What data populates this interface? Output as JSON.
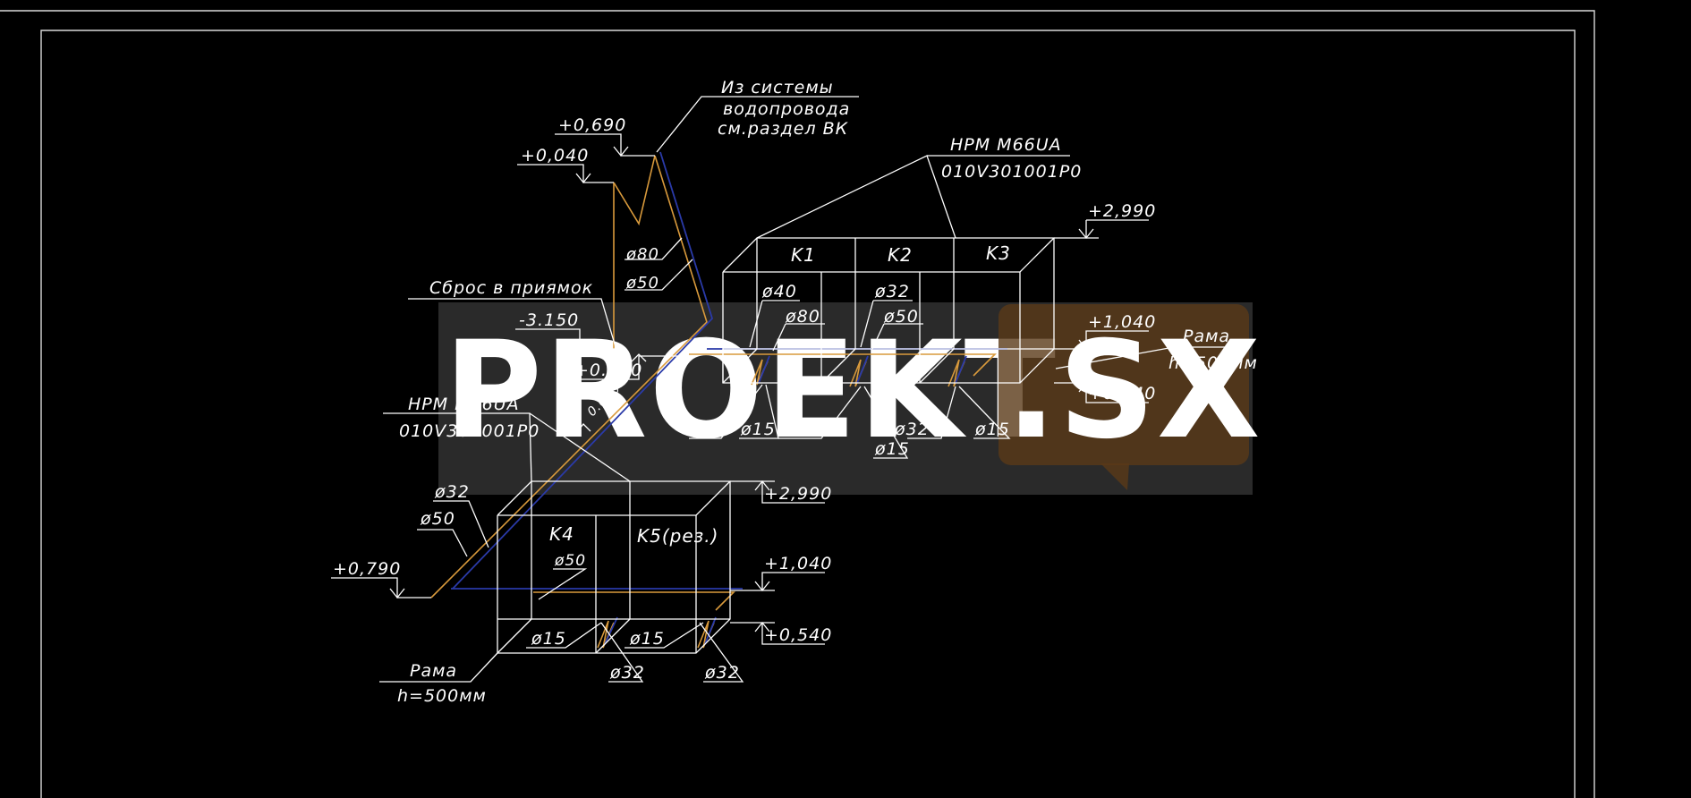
{
  "colors": {
    "background": "#000000",
    "line": "#ffffff",
    "frame": "#d9d9d9",
    "pipe_orange": "#d99a3c",
    "pipe_blue": "#2a3aa8",
    "watermark_panel": "#3a3a3a",
    "watermark_text": "#1e1e1e",
    "watermark_badge": "#5a3a18"
  },
  "watermark": {
    "text": "PROEKT",
    "suffix": ".SX"
  },
  "source": {
    "line1": "Из системы",
    "line2": "водопровода",
    "line3": "см.раздел ВК"
  },
  "levels": {
    "top_inlet": "+0,690",
    "inlet_low": "+0,040",
    "drain": "-3.150",
    "rack1_top": "+2,990",
    "rack1_mid": "+1,040",
    "rack1_bottom": "+0,540",
    "collector": "+0.730",
    "rack2_top": "+2,990",
    "rack2_mid": "+1,040",
    "rack2_bottom": "+0,540",
    "lower_inlet": "+0,790"
  },
  "drain_label": "Сброс в приямок",
  "slope": "0.010",
  "pump1": {
    "model": "HPM M66UA",
    "code": "010V301001P0",
    "cells": [
      "K1",
      "K2",
      "K3"
    ],
    "frame_label": "Рама",
    "frame_height": "h=500мм"
  },
  "pump2": {
    "model": "HPM M66UA",
    "code": "010V301001P0",
    "cells": [
      "K4",
      "K5(рез.)"
    ],
    "frame_label": "Рама",
    "frame_height": "h=500мм"
  },
  "diameters": {
    "riser_a": "ø80",
    "riser_b": "ø50",
    "k1_top": "ø40",
    "k1_mid": "ø80",
    "k2_top": "ø32",
    "k2_mid": "ø50",
    "r1_b1": "ø32",
    "r1_b2": "ø15",
    "r1_b3": "ø32",
    "r1_b4": "ø15",
    "r1_b5": "ø32",
    "r1_b6": "ø15",
    "r2_left_a": "ø32",
    "r2_left_b": "ø50",
    "k4_mid": "ø50",
    "r2_b1": "ø15",
    "r2_b2": "ø15",
    "r2_b3": "ø32",
    "r2_b4": "ø32"
  }
}
